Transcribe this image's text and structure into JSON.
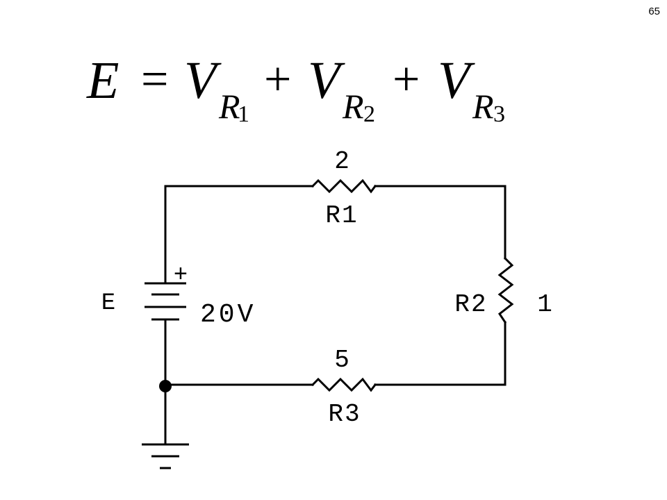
{
  "page": {
    "number": "65"
  },
  "equation": {
    "lhs": "E",
    "equals": "=",
    "plus": "+",
    "terms": [
      {
        "symbol": "V",
        "sub_letter": "R",
        "sub_number": "1"
      },
      {
        "symbol": "V",
        "sub_letter": "R",
        "sub_number": "2"
      },
      {
        "symbol": "V",
        "sub_letter": "R",
        "sub_number": "3"
      }
    ]
  },
  "circuit": {
    "source": {
      "name": "E",
      "value": "20V",
      "polarity": "+"
    },
    "resistors": [
      {
        "name": "R1",
        "value": "2"
      },
      {
        "name": "R2",
        "value": "1"
      },
      {
        "name": "R3",
        "value": "5"
      }
    ]
  }
}
